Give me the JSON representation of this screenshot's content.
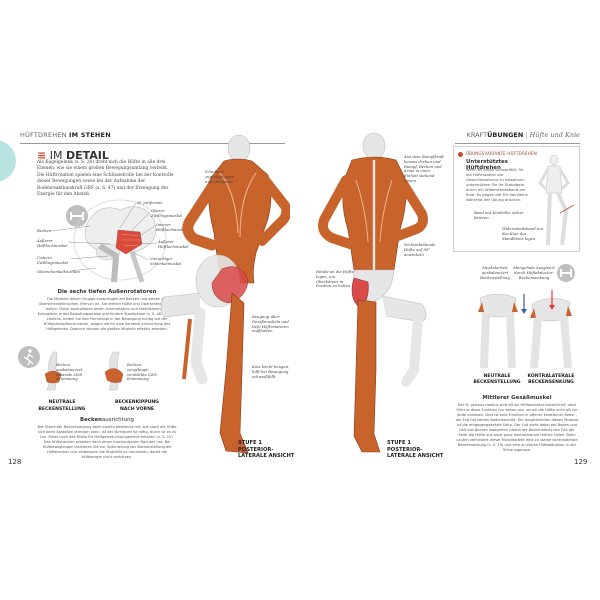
{
  "header": {
    "left_light": "HÜFTDREHEN",
    "left_bold": "IM STEHEN",
    "right_light": "KRAFT",
    "right_bold": "ÜBUNGEN",
    "right_sub": "Hüfte und Knie"
  },
  "section": {
    "title_light": "IM",
    "title_bold": "DETAIL",
    "intro": "Als Kugelgelenk (s. S. 26) dreht sich die Hüfte in alle drei Ebenen, wie sie einem großen Bewegungsumfang verleiht. Die Hüftrotation spielen eine Schlüsselrolle bei der Kontrolle dieser Bewegungen sowie bei der Aufnahme der Bodenreaktionskraft GRF (s. S. 47) und der Erzeugung der Energie für den Abstoß."
  },
  "pelvis_diagram": {
    "labels": {
      "m_piriformis": "M. piriformis",
      "oberer_zwillingsmuskel": "Oberer Zwillingsmuskel",
      "becken": "Becken",
      "aeusserer_hueftlochmuskel_left": "Äußerer Hüftlochmuskel",
      "innerer_hueftlochmuskel": "Innerer Hüftlochmuskel",
      "aeusserer_hueftlochmuskel_right": "Äußerer Hüftlochmuskel",
      "unterer_zwillingsmuskel": "Unterer Zwillingsmuskel",
      "quadratischer_schenkelmuskel": "Viereckiger Schenkelmuskel",
      "oberschenkelknochen": "Oberschenkelknochen"
    },
    "caption_title": "Die sechs tiefen Außenrotatoren",
    "caption_text": "Die Muskeln dieser Gruppe entspringen am Becken und setzen am Oberschenkelknochen (Femur) an. Sie drehen Hüfte und Oberschenkel nach außen. Diese kontrollieren deren Innenrotation und stabilisieren das Kniegelenk in der Belastungsphase und hintere Standphase (s. S. 46–47) des Laufens. Indem Sie den Femurkopf in der Bewegung richtig auf der Hüftgelenkpfanne halten, sorgen sie für eine korrekte Ausrichtung des Hüftgelenks. Dadurch können die großen Muskeln effektiv arbeiten."
  },
  "becken_section": {
    "label_neutral": "Becken ausbalanciert, neutrale LWS-Krümmung",
    "label_vorne": "Becken vorgekippt, verstärkte LWS-Krümmung",
    "cap_neutral": "NEUTRALE BECKENSTELLUNG",
    "cap_vorne": "BECKENKIPPUNG NACH VORNE",
    "title_bold": "Becken",
    "title_light": "ausrichtung",
    "text": "Der Stand der Beckenneigung beim Laufen bestimmt mit, wie stark die Hüfte sich beim Abstoßen strecken kann. Ist bei Vorkippen ist nötig, durch ist es zu tun. Meist noch das Risiko für Hüftgelenk-Impingement erhöhen (s. S. 22). Das Hüftstrecken arbeiten dann einen mechanischen Nachteil hat. Bei Hüftbewegungen trainieren Sie zur Optimierung der Beckenstellung die Hüftstrecker und verbessern die Stabilität zu reduzieren, damit die Hüftbeuger nicht verkürzen."
  },
  "figure_left": {
    "label_schultern": "Schultern zurückgezogen und entspannt",
    "label_beuge": "Beugung über Gesäßmuskeln und tiefe Hüftrotatoren maßhalten",
    "label_knie": "Knie leicht beugen, hilft bei Bewegung schweißfüllt",
    "stage_line1": "STUFE 1",
    "stage_line2": "POSTERIOR-",
    "stage_line3": "LATERALE ANSICHT"
  },
  "figure_right": {
    "label_rumpf": "Aus dem Rumpfkraft heraus drehen und Rumpf, Becken und Arme in einer Einheit stehend lassen",
    "label_standbein": "Nichtarbeitende Hüfte auf 90° anwinkeln",
    "label_haende": "Hände an die Hüfte legen, um Oberkörper in Position zu halten",
    "stage_line1": "STUFE 1",
    "stage_line2": "POSTERIOR-",
    "stage_line3": "LATERALE ANSICHT"
  },
  "panel": {
    "kicker": "ÜBUNGSVARIANTE HÜFTDREHEN",
    "title": "Unterstütztes Hüftdrehen",
    "text": "Wenn es Ihnen schwerfällt, für die Hüftrotation die Gewichtsbalance zu bewahren, unterstützen Sie Ihr Standbein durch ein Widerstandsband am Knie. Es gegen die Tür des Beins während der Übung drücken.",
    "label_band": "Band auf Kniehöhe sicher fixieren",
    "label_widerstand": "Widerstandsband um das Knie des Standbeins legen"
  },
  "gluteus_section": {
    "label_muskelarbeit": "Muskelarbeit ausbalanciert Beckenstellung",
    "label_mangelnde": "Mangelnde Ausgleich durch Hüftabductor-Beckensenkung",
    "cap_neutral": "NEUTRALE BECKENSTELLUNG",
    "cap_kontra": "KONTRALATERALE BECKENSENKUNG",
    "title": "Mittlerer Gesäßmuskel",
    "text": "Der M. gluteus medius wird oft als Hüftabduktor bezeichnet; doch führt er diese Funktion nur selten aus, da wir die Hüfte nicht oft zur Seite anheben. Dies ist eine Funktion in offener kinetischer Kette – der Fuß hat keinen Bodenkontakt. Die Hauptfunktion dieses Muskels ist die entgegengesetzte Seite. Der Fuß steht dabei am Boden und hält das Becken waagrecht (damit die Beckenhöhe) den Fuß der Seite die Hüfte aus einer ganz kontralaterale Hüftnic fallen. Beim Laufen verhindert dieser Muskelarbeit eine zu starke kontralaterale Beckensenkung (s. S. 19) und eine zu starke Hüftadduktion in der Schwungphase."
  },
  "pages": {
    "left": "128",
    "right": "129"
  },
  "colors": {
    "muscle": "#c9632c",
    "accent": "#c74a27",
    "teal": "#b9e3e0",
    "highlight": "#e23a3a"
  },
  "icons": [
    "running-figure-icon",
    "dumbbell-icon",
    "dumbbell-icon"
  ]
}
